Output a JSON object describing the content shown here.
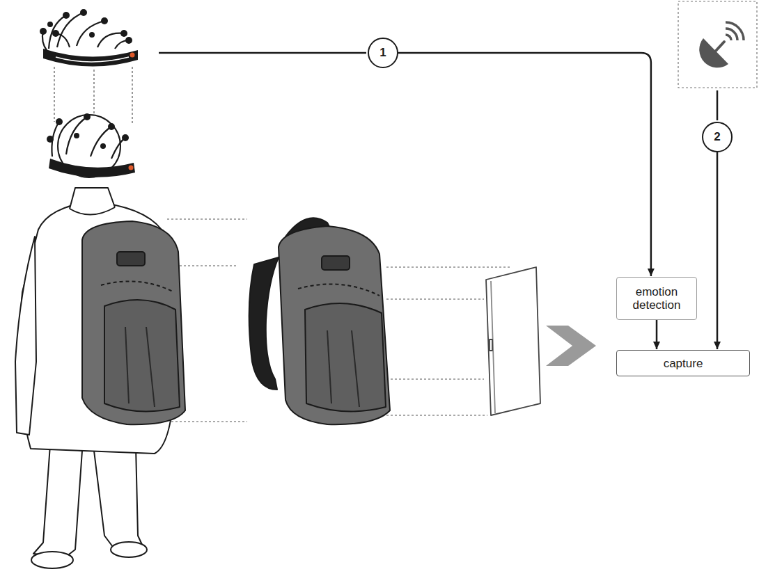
{
  "diagram": {
    "nodes": [
      {
        "text": [
          "1"
        ]
      },
      {
        "text": [
          "2"
        ]
      },
      {
        "text": [
          "emotion detection"
        ]
      },
      {
        "text": [
          "capture"
        ]
      }
    ],
    "edges": [
      {
        "from": 0,
        "to": 2,
        "arrow": "to"
      },
      {
        "from": 1,
        "to": 3,
        "arrow": "to"
      },
      {
        "from": 2,
        "to": 3,
        "arrow": "to"
      }
    ]
  }
}
